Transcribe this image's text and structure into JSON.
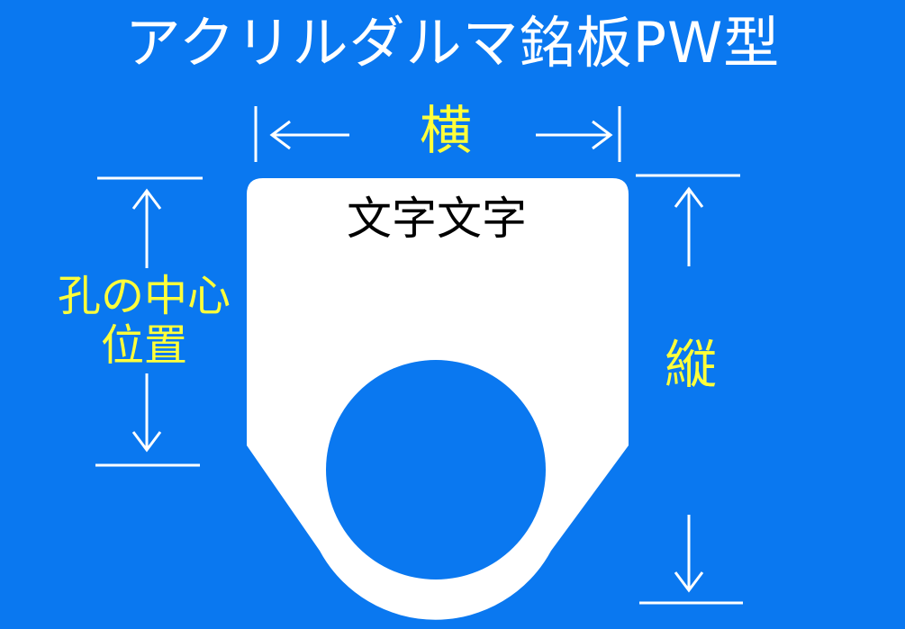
{
  "title": "アクリルダルマ銘板PW型",
  "plate_text": "文字文字",
  "labels": {
    "width": "横",
    "height": "縦",
    "hole_center_line1": "孔の中心",
    "hole_center_line2": "位置"
  },
  "colors": {
    "background": "#0a78f0",
    "plate": "#ffffff",
    "dimension_lines": "#ffffff",
    "label_text": "#ffff3a",
    "plate_text": "#000000"
  }
}
